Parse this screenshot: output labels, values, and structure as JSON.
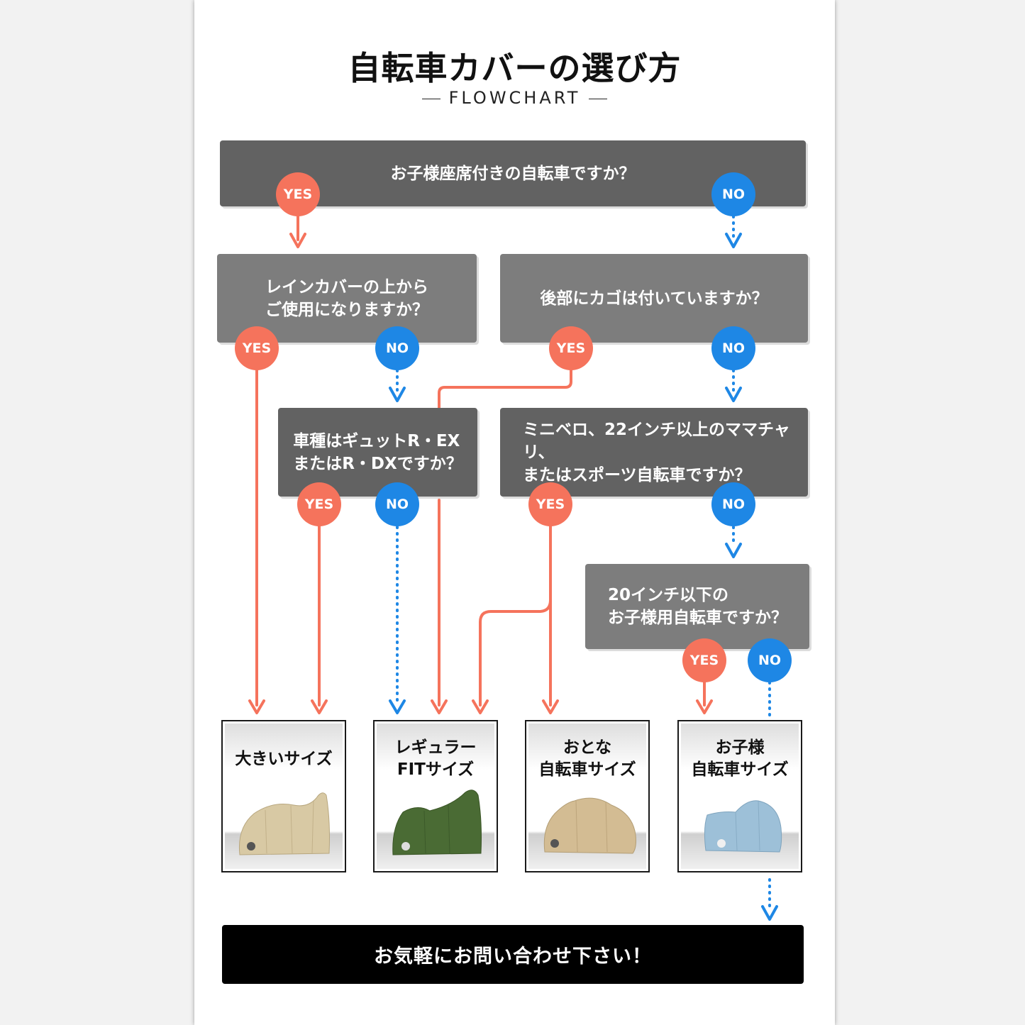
{
  "header": {
    "title": "自転車カバーの選び方",
    "subtitle": "FLOWCHART"
  },
  "labels": {
    "yes": "YES",
    "no": "NO"
  },
  "colors": {
    "yes": "#f5735c",
    "no": "#1e87e5",
    "box_dark": "#626262",
    "box_mid": "#7d7d7d"
  },
  "questions": {
    "q1": "お子様座席付きの自転車ですか？",
    "q2": "レインカバーの上から\nご使用になりますか？",
    "q3": "後部にカゴは付いていますか？",
    "q4": "車種はギュットR・EX\nまたはR・DXですか？",
    "q5": "ミニベロ、22インチ以上のママチャリ、\nまたはスポーツ自転車ですか？",
    "q6": "20インチ以下の\nお子様用自転車ですか？"
  },
  "results": [
    {
      "label": "大きいサイズ",
      "cover_color": "#d8c9a4",
      "icon": "bike-cover-large"
    },
    {
      "label": "レギュラー\nFITサイズ",
      "cover_color": "#4a6b34",
      "icon": "bike-cover-regular"
    },
    {
      "label": "おとな\n自転車サイズ",
      "cover_color": "#d3bc93",
      "icon": "bike-cover-adult"
    },
    {
      "label": "お子様\n自転車サイズ",
      "cover_color": "#9dc0d8",
      "icon": "bike-cover-kids"
    }
  ],
  "contact": {
    "label": "お気軽にお問い合わせ下さい！"
  }
}
